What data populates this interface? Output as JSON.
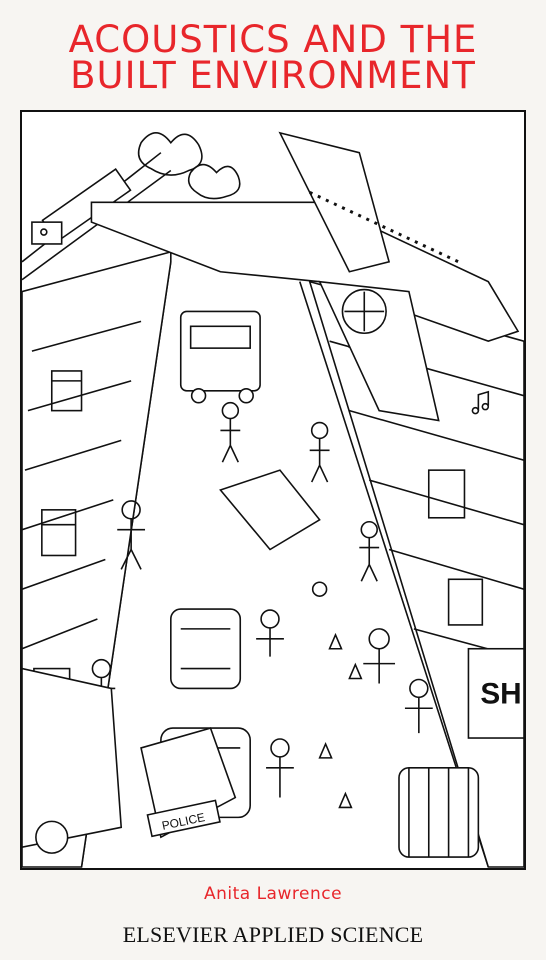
{
  "cover": {
    "title_line1": "ACOUSTICS AND THE",
    "title_line2": "BUILT ENVIRONMENT",
    "author": "Anita Lawrence",
    "publisher": "ELSEVIER APPLIED SCIENCE",
    "title_color": "#e8262b"
  },
  "illustration": {
    "police_label": "POLICE",
    "shop_sign": "SH"
  }
}
